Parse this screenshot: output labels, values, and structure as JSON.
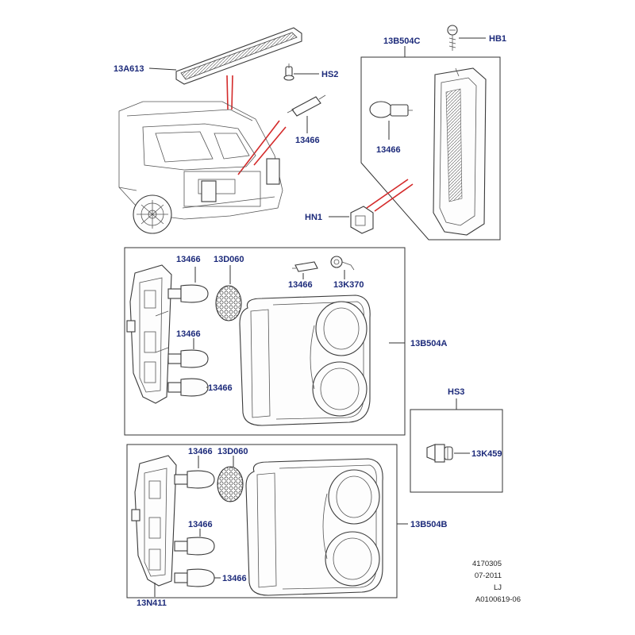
{
  "labels": {
    "top_strip": "13A613",
    "top_screw": "HS2",
    "top_bulb": "13466",
    "right_panel": "13B504C",
    "right_screw": "HB1",
    "right_bulb": "13466",
    "right_clip": "HN1",
    "mid_bulb_top": "13466",
    "mid_lens": "13D060",
    "mid_small_bulb": "13466",
    "mid_socket": "13K370",
    "mid_bulb_mid": "13466",
    "mid_bulb_bottom": "13466",
    "mid_lamp": "13B504A",
    "hs_title": "HS3",
    "hs_part": "13K459",
    "low_bulb_top": "13466",
    "low_lens": "13D060",
    "low_bulb_mid": "13466",
    "low_bulb_bottom": "13466",
    "low_lamp": "13B504B",
    "low_board": "13N411"
  },
  "meta": {
    "number": "4170305",
    "date": "07-2011",
    "code": "LJ",
    "ref": "A0100619-06"
  },
  "colors": {
    "label": "#1c2a7a",
    "highlight_line": "#d42a2a",
    "frame": "#333333"
  }
}
